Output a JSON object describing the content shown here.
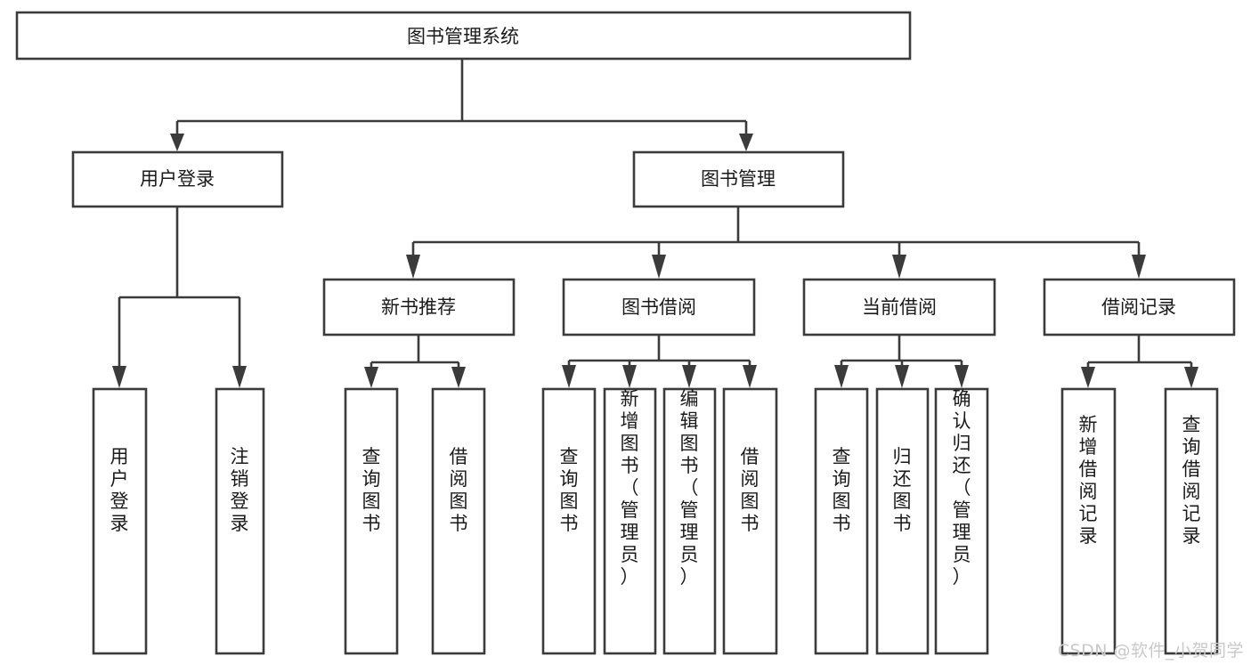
{
  "diagram": {
    "title": "图书管理系统",
    "type": "hierarchy-tree",
    "watermark": "CSDN @软件_小贺同学",
    "colors": {
      "stroke": "#3b3b3b",
      "fill": "#ffffff",
      "text": "#1a1a1a",
      "watermark": "#c9c9c9"
    },
    "levels": [
      {
        "level": 1,
        "nodes": [
          {
            "id": "root",
            "label": "图书管理系统",
            "orientation": "horizontal"
          }
        ]
      },
      {
        "level": 2,
        "nodes": [
          {
            "id": "login",
            "label": "用户登录",
            "orientation": "horizontal",
            "parent": "root"
          },
          {
            "id": "bookmgmt",
            "label": "图书管理",
            "orientation": "horizontal",
            "parent": "root"
          }
        ]
      },
      {
        "level": 3,
        "nodes": [
          {
            "id": "newbook",
            "label": "新书推荐",
            "orientation": "horizontal",
            "parent": "bookmgmt"
          },
          {
            "id": "borrow",
            "label": "图书借阅",
            "orientation": "horizontal",
            "parent": "bookmgmt"
          },
          {
            "id": "current",
            "label": "当前借阅",
            "orientation": "horizontal",
            "parent": "bookmgmt"
          },
          {
            "id": "records",
            "label": "借阅记录",
            "orientation": "horizontal",
            "parent": "bookmgmt"
          }
        ]
      },
      {
        "level": 4,
        "nodes": [
          {
            "id": "leaf-user-login",
            "label": "用户登录",
            "orientation": "vertical",
            "parent": "login"
          },
          {
            "id": "leaf-user-logout",
            "label": "注销登录",
            "orientation": "vertical",
            "parent": "login"
          },
          {
            "id": "leaf-query-book-1",
            "label": "查询图书",
            "orientation": "vertical",
            "parent": "newbook"
          },
          {
            "id": "leaf-borrow-book-1",
            "label": "借阅图书",
            "orientation": "vertical",
            "parent": "newbook"
          },
          {
            "id": "leaf-query-book-2",
            "label": "查询图书",
            "orientation": "vertical",
            "parent": "borrow"
          },
          {
            "id": "leaf-add-book",
            "label": "新增图书（管理员）",
            "orientation": "vertical",
            "parent": "borrow"
          },
          {
            "id": "leaf-edit-book",
            "label": "编辑图书（管理员）",
            "orientation": "vertical",
            "parent": "borrow"
          },
          {
            "id": "leaf-borrow-book-2",
            "label": "借阅图书",
            "orientation": "vertical",
            "parent": "borrow"
          },
          {
            "id": "leaf-query-book-3",
            "label": "查询图书",
            "orientation": "vertical",
            "parent": "current"
          },
          {
            "id": "leaf-return-book",
            "label": "归还图书",
            "orientation": "vertical",
            "parent": "current"
          },
          {
            "id": "leaf-confirm-return",
            "label": "确认归还（管理员）",
            "orientation": "vertical",
            "parent": "current"
          },
          {
            "id": "leaf-add-record",
            "label": "新增借阅记录",
            "orientation": "vertical",
            "parent": "records"
          },
          {
            "id": "leaf-query-record",
            "label": "查询借阅记录",
            "orientation": "vertical",
            "parent": "records"
          }
        ]
      }
    ]
  }
}
